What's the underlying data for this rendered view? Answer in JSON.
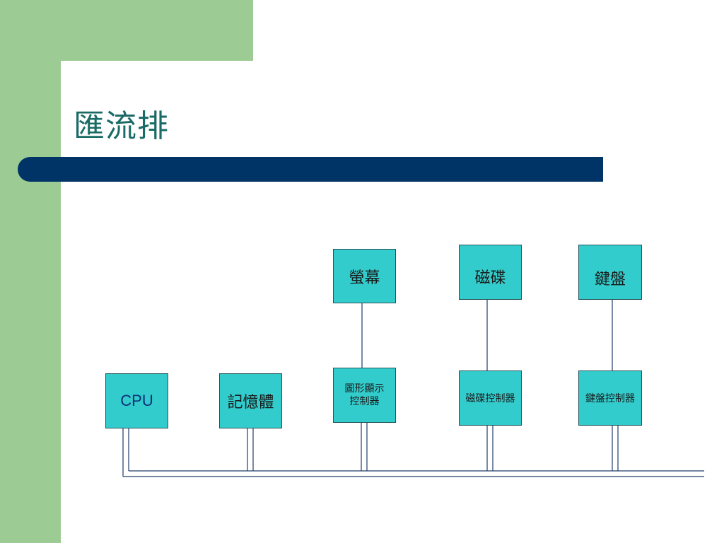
{
  "slide": {
    "title": "匯流排"
  },
  "nodes": {
    "cpu": "CPU",
    "memory": "記憶體",
    "graphics_controller": "圖形顯示控制器",
    "monitor": "螢幕",
    "disk_controller": "磁碟控制器",
    "disk": "磁碟",
    "keyboard_controller": "鍵盤控制器",
    "keyboard": "鍵盤"
  },
  "colors": {
    "node_fill": "#33cccc",
    "title_bar": "#003366",
    "accent_green": "#9ccc93",
    "title_text": "#1a6b66"
  }
}
